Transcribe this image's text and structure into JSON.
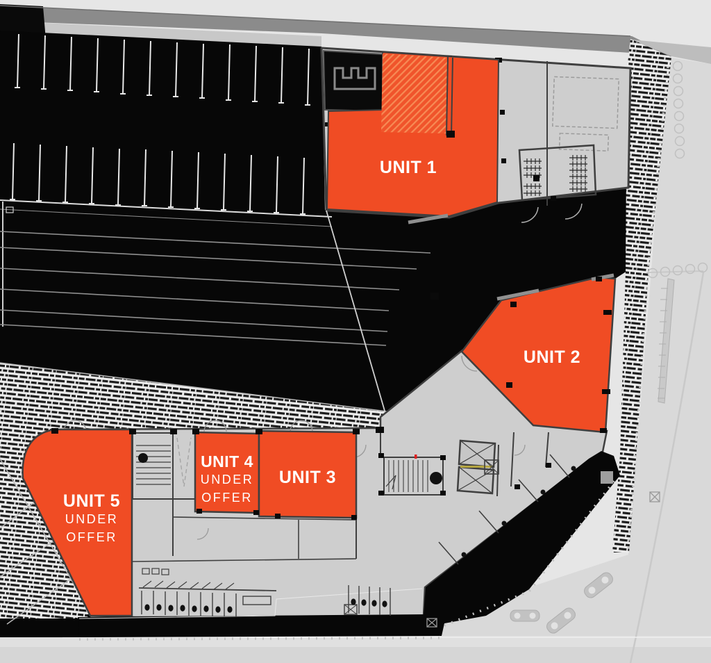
{
  "plan": {
    "units": [
      {
        "id": "unit-1",
        "label": "UNIT 1",
        "status_lines": []
      },
      {
        "id": "unit-2",
        "label": "UNIT 2",
        "status_lines": []
      },
      {
        "id": "unit-3",
        "label": "UNIT 3",
        "status_lines": []
      },
      {
        "id": "unit-4",
        "label": "UNIT 4",
        "status_lines": [
          "UNDER",
          "OFFER"
        ]
      },
      {
        "id": "unit-5",
        "label": "UNIT 5",
        "status_lines": [
          "UNDER",
          "OFFER"
        ]
      }
    ],
    "colors": {
      "unit_fill": "#f04c24",
      "unit_hatch_light": "#f78b55",
      "label_text": "#ffffff",
      "building_fill": "#cecece",
      "wall_stroke": "#3f3f3f",
      "shadow_black": "#0a0a0a",
      "road_band": "#8b8b8b",
      "paving": "#d9d9d9",
      "background": "#e6e6e6"
    }
  }
}
